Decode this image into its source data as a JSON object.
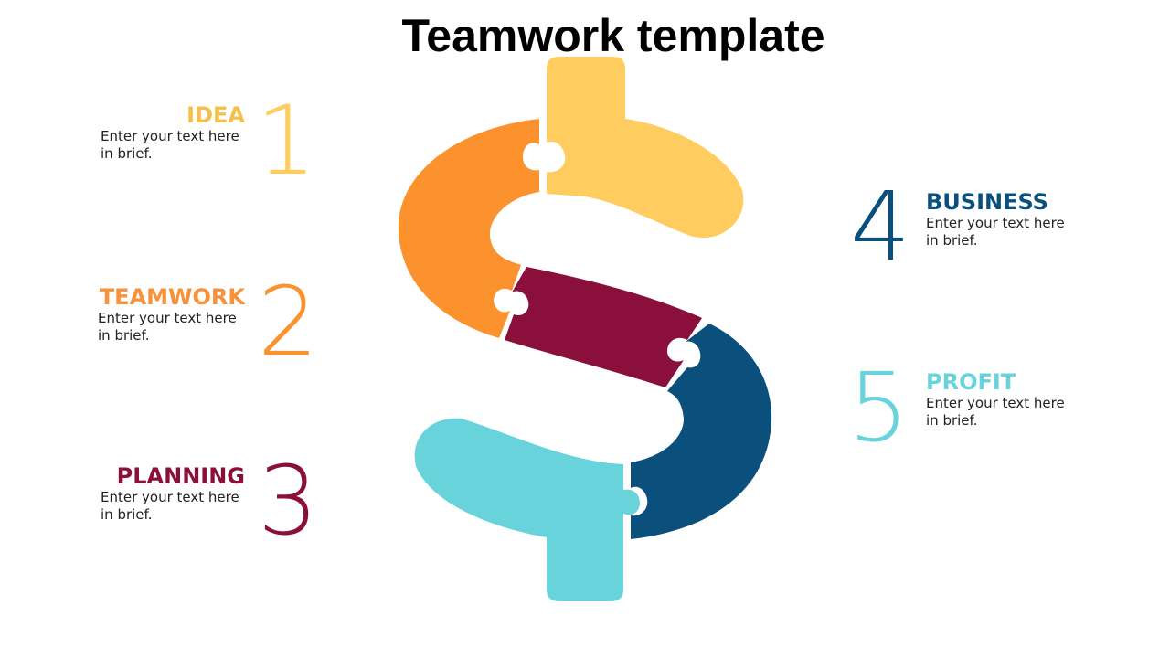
{
  "title": "Teamwork template",
  "colors": {
    "idea": "#FECC5F",
    "teamwork": "#FB922E",
    "planning": "#8A0F3B",
    "business": "#0B4F7C",
    "profit": "#69D3DC"
  },
  "items": [
    {
      "number": "1",
      "heading": "IDEA",
      "desc_line1": "Enter your text here",
      "desc_line2": "in brief."
    },
    {
      "number": "2",
      "heading": "TEAMWORK",
      "desc_line1": "Enter your text here",
      "desc_line2": "in brief."
    },
    {
      "number": "3",
      "heading": "PLANNING",
      "desc_line1": "Enter your text here",
      "desc_line2": "in brief."
    },
    {
      "number": "4",
      "heading": "BUSINESS",
      "desc_line1": "Enter your text here",
      "desc_line2": "in brief."
    },
    {
      "number": "5",
      "heading": "PROFIT",
      "desc_line1": "Enter your text here",
      "desc_line2": "in brief."
    }
  ]
}
